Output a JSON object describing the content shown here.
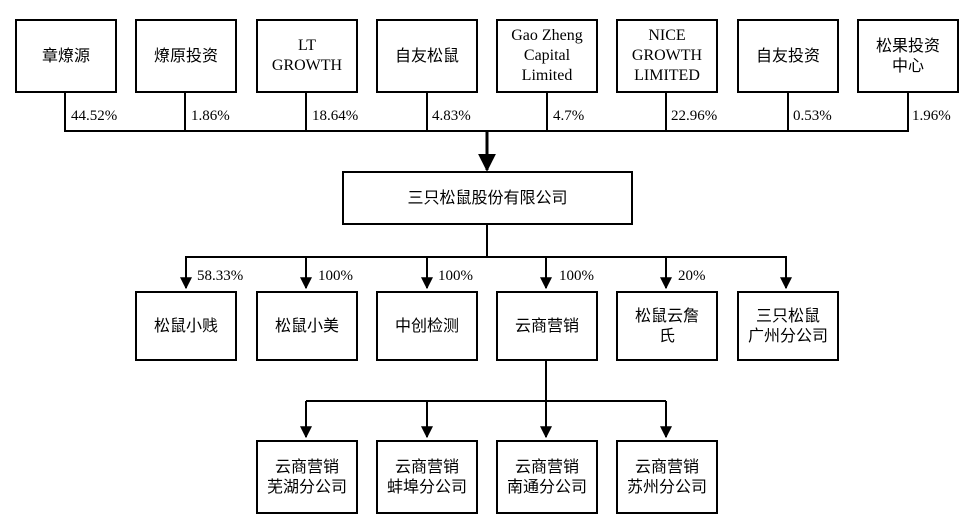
{
  "shareholders": [
    {
      "name": "章燎源",
      "pct": "44.52%"
    },
    {
      "name": "燎原投资",
      "pct": "1.86%"
    },
    {
      "name": "LT\nGROWTH",
      "pct": "18.64%"
    },
    {
      "name": "自友松鼠",
      "pct": "4.83%"
    },
    {
      "name": "Gao Zheng\nCapital\nLimited",
      "pct": "4.7%"
    },
    {
      "name": "NICE\nGROWTH\nLIMITED",
      "pct": "22.96%"
    },
    {
      "name": "自友投资",
      "pct": "0.53%"
    },
    {
      "name": "松果投资\n中心",
      "pct": "1.96%"
    }
  ],
  "company": {
    "name": "三只松鼠股份有限公司"
  },
  "subsidiaries": [
    {
      "name": "松鼠小贱",
      "pct": "58.33%"
    },
    {
      "name": "松鼠小美",
      "pct": "100%"
    },
    {
      "name": "中创检测",
      "pct": "100%"
    },
    {
      "name": "云商营销",
      "pct": "100%"
    },
    {
      "name": "松鼠云詹\n氏",
      "pct": "20%"
    },
    {
      "name": "三只松鼠\n广州分公司",
      "pct": ""
    }
  ],
  "branches": [
    {
      "name": "云商营销\n芜湖分公司"
    },
    {
      "name": "云商营销\n蚌埠分公司"
    },
    {
      "name": "云商营销\n南通分公司"
    },
    {
      "name": "云商营销\n苏州分公司"
    }
  ]
}
